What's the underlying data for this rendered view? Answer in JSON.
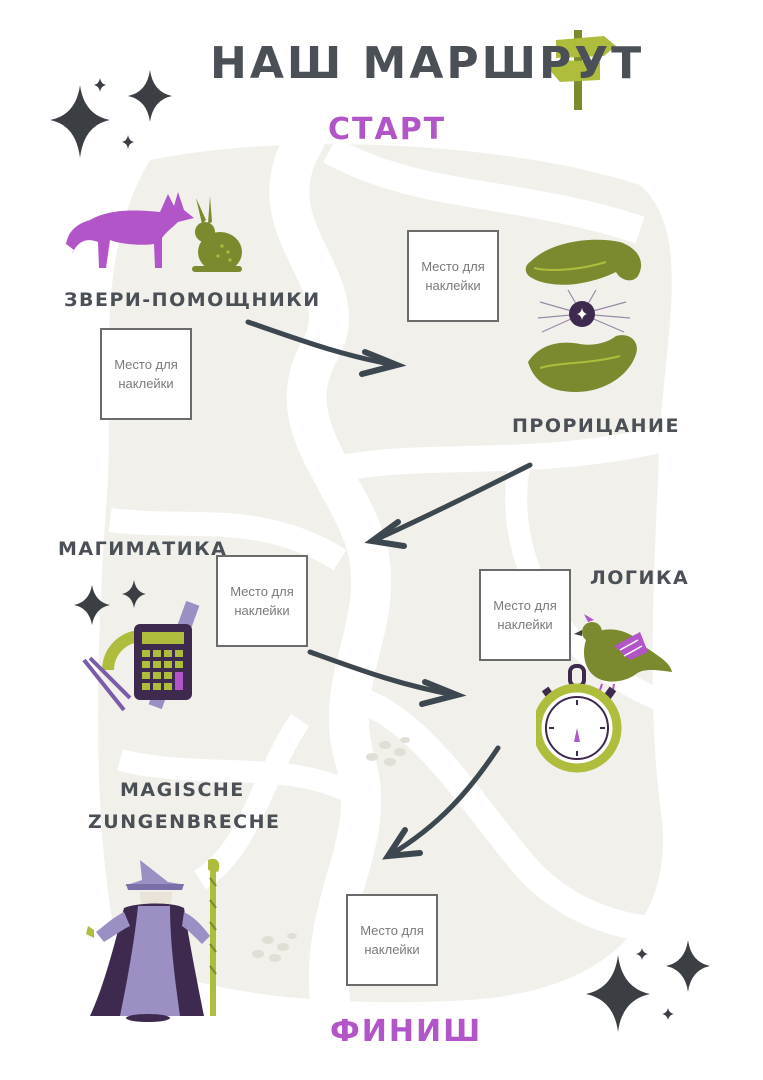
{
  "title": "НАШ МАРШРУТ",
  "start_label": "СТАРТ",
  "finish_label": "ФИНИШ",
  "stations": [
    {
      "label": "ЗВЕРИ-ПОМОЩНИКИ",
      "icon": "fox-and-hare-icon"
    },
    {
      "label": "ПРОРИЦАНИЕ",
      "icon": "crystal-ball-hands-icon"
    },
    {
      "label": "МАГИМАТИКА",
      "icon": "calculator-and-tools-icon"
    },
    {
      "label": "ЛОГИКА",
      "icon": "bird-on-stopwatch-icon"
    },
    {
      "label_line1": "MAGISCHE",
      "label_line2": "ZUNGENBRECHE",
      "icon": "wizard-icon"
    }
  ],
  "sticker_slot": {
    "line1": "Место для",
    "line2": "наклейки"
  },
  "colors": {
    "heading": "#4a5056",
    "accent": "#b255c8",
    "olive": "#7b8a2e",
    "lime": "#aebd3c",
    "map": "#f2f0eb"
  }
}
